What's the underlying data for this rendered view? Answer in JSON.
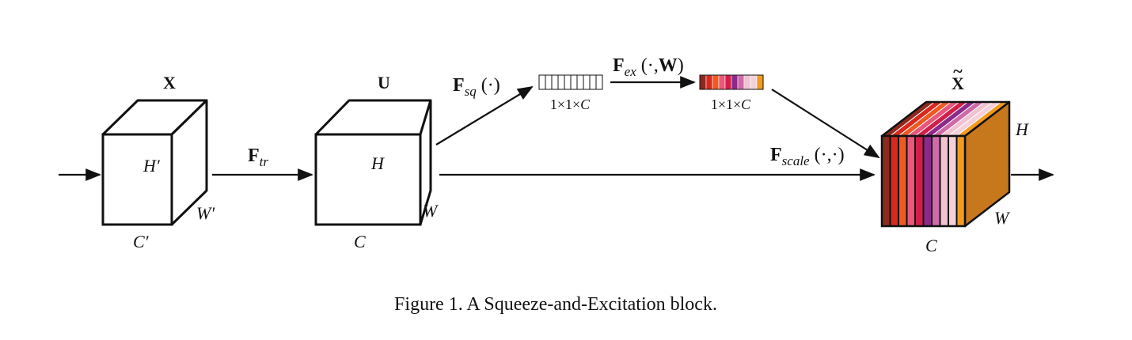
{
  "diagram": {
    "labels": {
      "x_title": "X",
      "u_title": "U",
      "x_tilde_title": "X",
      "x_tilde_accent": "~",
      "x_h": "H′",
      "x_w": "W′",
      "x_c": "C′",
      "u_h": "H",
      "u_w": "W",
      "u_c": "C",
      "out_h": "H",
      "out_w": "W",
      "out_c": "C",
      "vec1_dims": "1×1×",
      "vec1_c": "C",
      "vec2_dims": "1×1×",
      "vec2_c": "C"
    },
    "ops": {
      "tr": {
        "main": "F",
        "sub": "tr",
        "args": ""
      },
      "sq": {
        "main": "F",
        "sub": "sq",
        "args": " (·)"
      },
      "ex": {
        "main": "F",
        "sub": "ex",
        "args": " (·,",
        "args_bold": "W",
        "args_end": ")"
      },
      "scale": {
        "main": "F",
        "sub": "scale",
        "args": " (·,·)"
      }
    },
    "channel_colors": [
      "#8b2a1e",
      "#d7291f",
      "#ef5a23",
      "#e8587a",
      "#d21f4a",
      "#8c2a8a",
      "#cf6aa8",
      "#f1c2cf",
      "#f3d0da",
      "#f29b20"
    ],
    "side_color": "#c8781c"
  },
  "caption": "Figure 1. A Squeeze-and-Excitation block."
}
